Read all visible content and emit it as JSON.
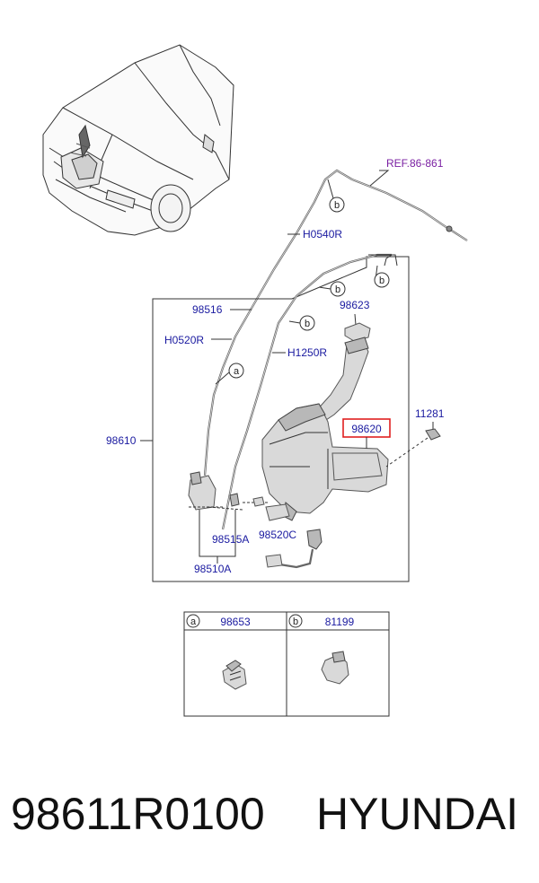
{
  "diagram": {
    "labels": {
      "ref": "REF.86-861",
      "h0540r": "H0540R",
      "p98516": "98516",
      "p98623": "98623",
      "h0520r": "H0520R",
      "h1250r": "H1250R",
      "p98610": "98610",
      "p98620": "98620",
      "p11281": "11281",
      "p98515a": "98515A",
      "p98520c": "98520C",
      "p98510a": "98510A"
    },
    "callouts": {
      "a": "a",
      "b": "b"
    },
    "highlight_color": "#e02020",
    "label_color": "#1a1aa0",
    "ref_color": "#7a1fa2",
    "legend": {
      "a_key": "a",
      "a_part": "98653",
      "b_key": "b",
      "b_part": "81199"
    }
  },
  "footer": {
    "part_number": "98611R0100",
    "brand": "HYUNDAI"
  }
}
